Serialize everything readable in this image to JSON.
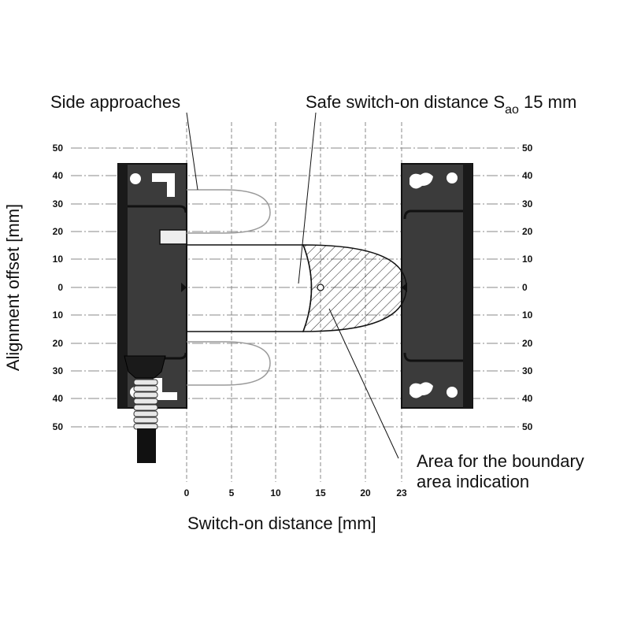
{
  "annotations": {
    "side_approaches": "Side approaches",
    "safe_distance_prefix": "Safe switch-on distance S",
    "safe_distance_sub": "ao",
    "safe_distance_value": " 15 mm",
    "boundary_line1": "Area for the boundary",
    "boundary_line2": "area indication"
  },
  "axes": {
    "y_label": "Alignment offset [mm]",
    "x_label": "Switch-on distance [mm]",
    "y_ticks": [
      "50",
      "40",
      "30",
      "20",
      "10",
      "0",
      "10",
      "20",
      "30",
      "40",
      "50"
    ],
    "x_ticks": [
      "0",
      "5",
      "10",
      "15",
      "20",
      "23"
    ]
  },
  "colors": {
    "sensor_fill": "#3b3b3b",
    "sensor_edge": "#111111",
    "grid": "#8a8a8a",
    "approach_curve": "#9a9a9a"
  }
}
